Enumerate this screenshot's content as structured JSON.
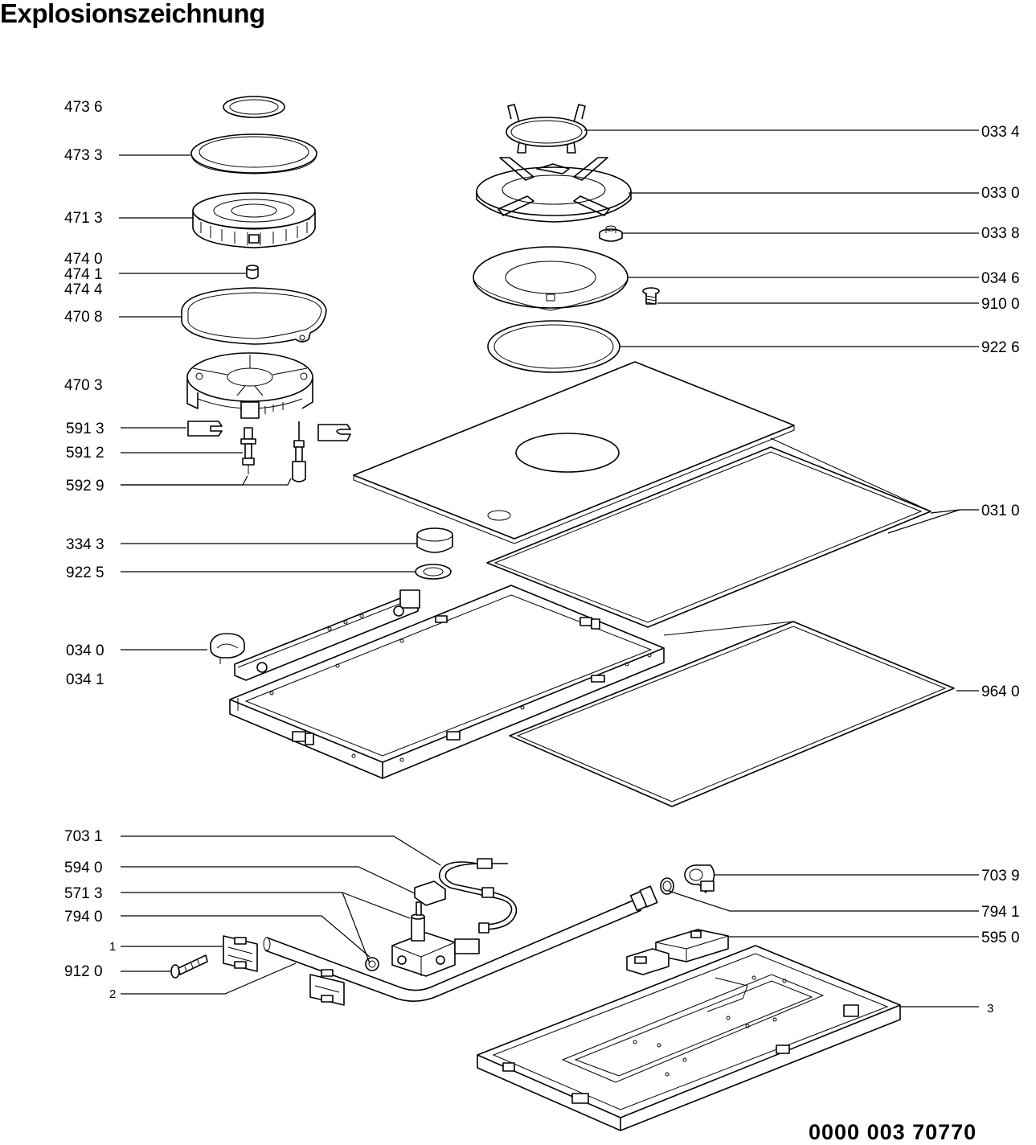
{
  "title": "Explosionszeichnung",
  "document_number": "0000 003 70770",
  "left_labels": [
    {
      "id": "4736",
      "text": "473 6"
    },
    {
      "id": "4733",
      "text": "473 3"
    },
    {
      "id": "4713",
      "text": "471 3"
    },
    {
      "id": "4740",
      "text": "474 0"
    },
    {
      "id": "4741",
      "text": "474 1"
    },
    {
      "id": "4744",
      "text": "474 4"
    },
    {
      "id": "4708",
      "text": "470 8"
    },
    {
      "id": "4703",
      "text": "470 3"
    },
    {
      "id": "5913",
      "text": "591 3"
    },
    {
      "id": "5912",
      "text": "591 2"
    },
    {
      "id": "5929",
      "text": "592 9"
    },
    {
      "id": "3343",
      "text": "334 3"
    },
    {
      "id": "9225",
      "text": "922 5"
    },
    {
      "id": "0340",
      "text": "034 0"
    },
    {
      "id": "0341",
      "text": "034 1"
    },
    {
      "id": "7031",
      "text": "703 1"
    },
    {
      "id": "5940",
      "text": "594 0"
    },
    {
      "id": "5713",
      "text": "571 3"
    },
    {
      "id": "7940",
      "text": "794 0"
    },
    {
      "id": "1",
      "text": "1"
    },
    {
      "id": "9120",
      "text": "912 0"
    },
    {
      "id": "2",
      "text": "2"
    }
  ],
  "right_labels": [
    {
      "id": "0334",
      "text": "033 4"
    },
    {
      "id": "0330",
      "text": "033 0"
    },
    {
      "id": "0338",
      "text": "033 8"
    },
    {
      "id": "0346",
      "text": "034 6"
    },
    {
      "id": "9100",
      "text": "910 0"
    },
    {
      "id": "9226",
      "text": "922 6"
    },
    {
      "id": "0310",
      "text": "031 0"
    },
    {
      "id": "9640",
      "text": "964 0"
    },
    {
      "id": "7039",
      "text": "703 9"
    },
    {
      "id": "7941",
      "text": "794 1"
    },
    {
      "id": "5950",
      "text": "595 0"
    },
    {
      "id": "3",
      "text": "3"
    }
  ]
}
